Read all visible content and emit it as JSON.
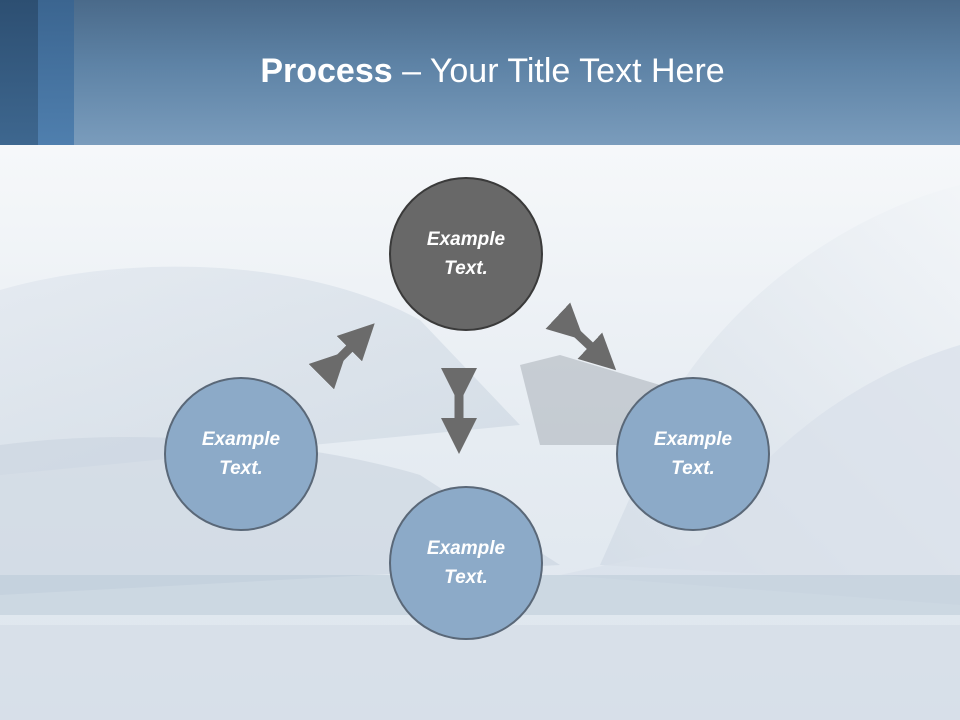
{
  "title": {
    "bold": "Process",
    "rest": " – Your Title Text Here"
  },
  "nodes": [
    {
      "id": "top",
      "label": "Example Text."
    },
    {
      "id": "left",
      "label": "Example Text."
    },
    {
      "id": "bottom",
      "label": "Example Text."
    },
    {
      "id": "right",
      "label": "Example Text."
    }
  ],
  "colors": {
    "header": "#5e83a6",
    "node_fill": "#8caac8",
    "center_fill": "#686868",
    "arrow": "#6b6b6b"
  }
}
